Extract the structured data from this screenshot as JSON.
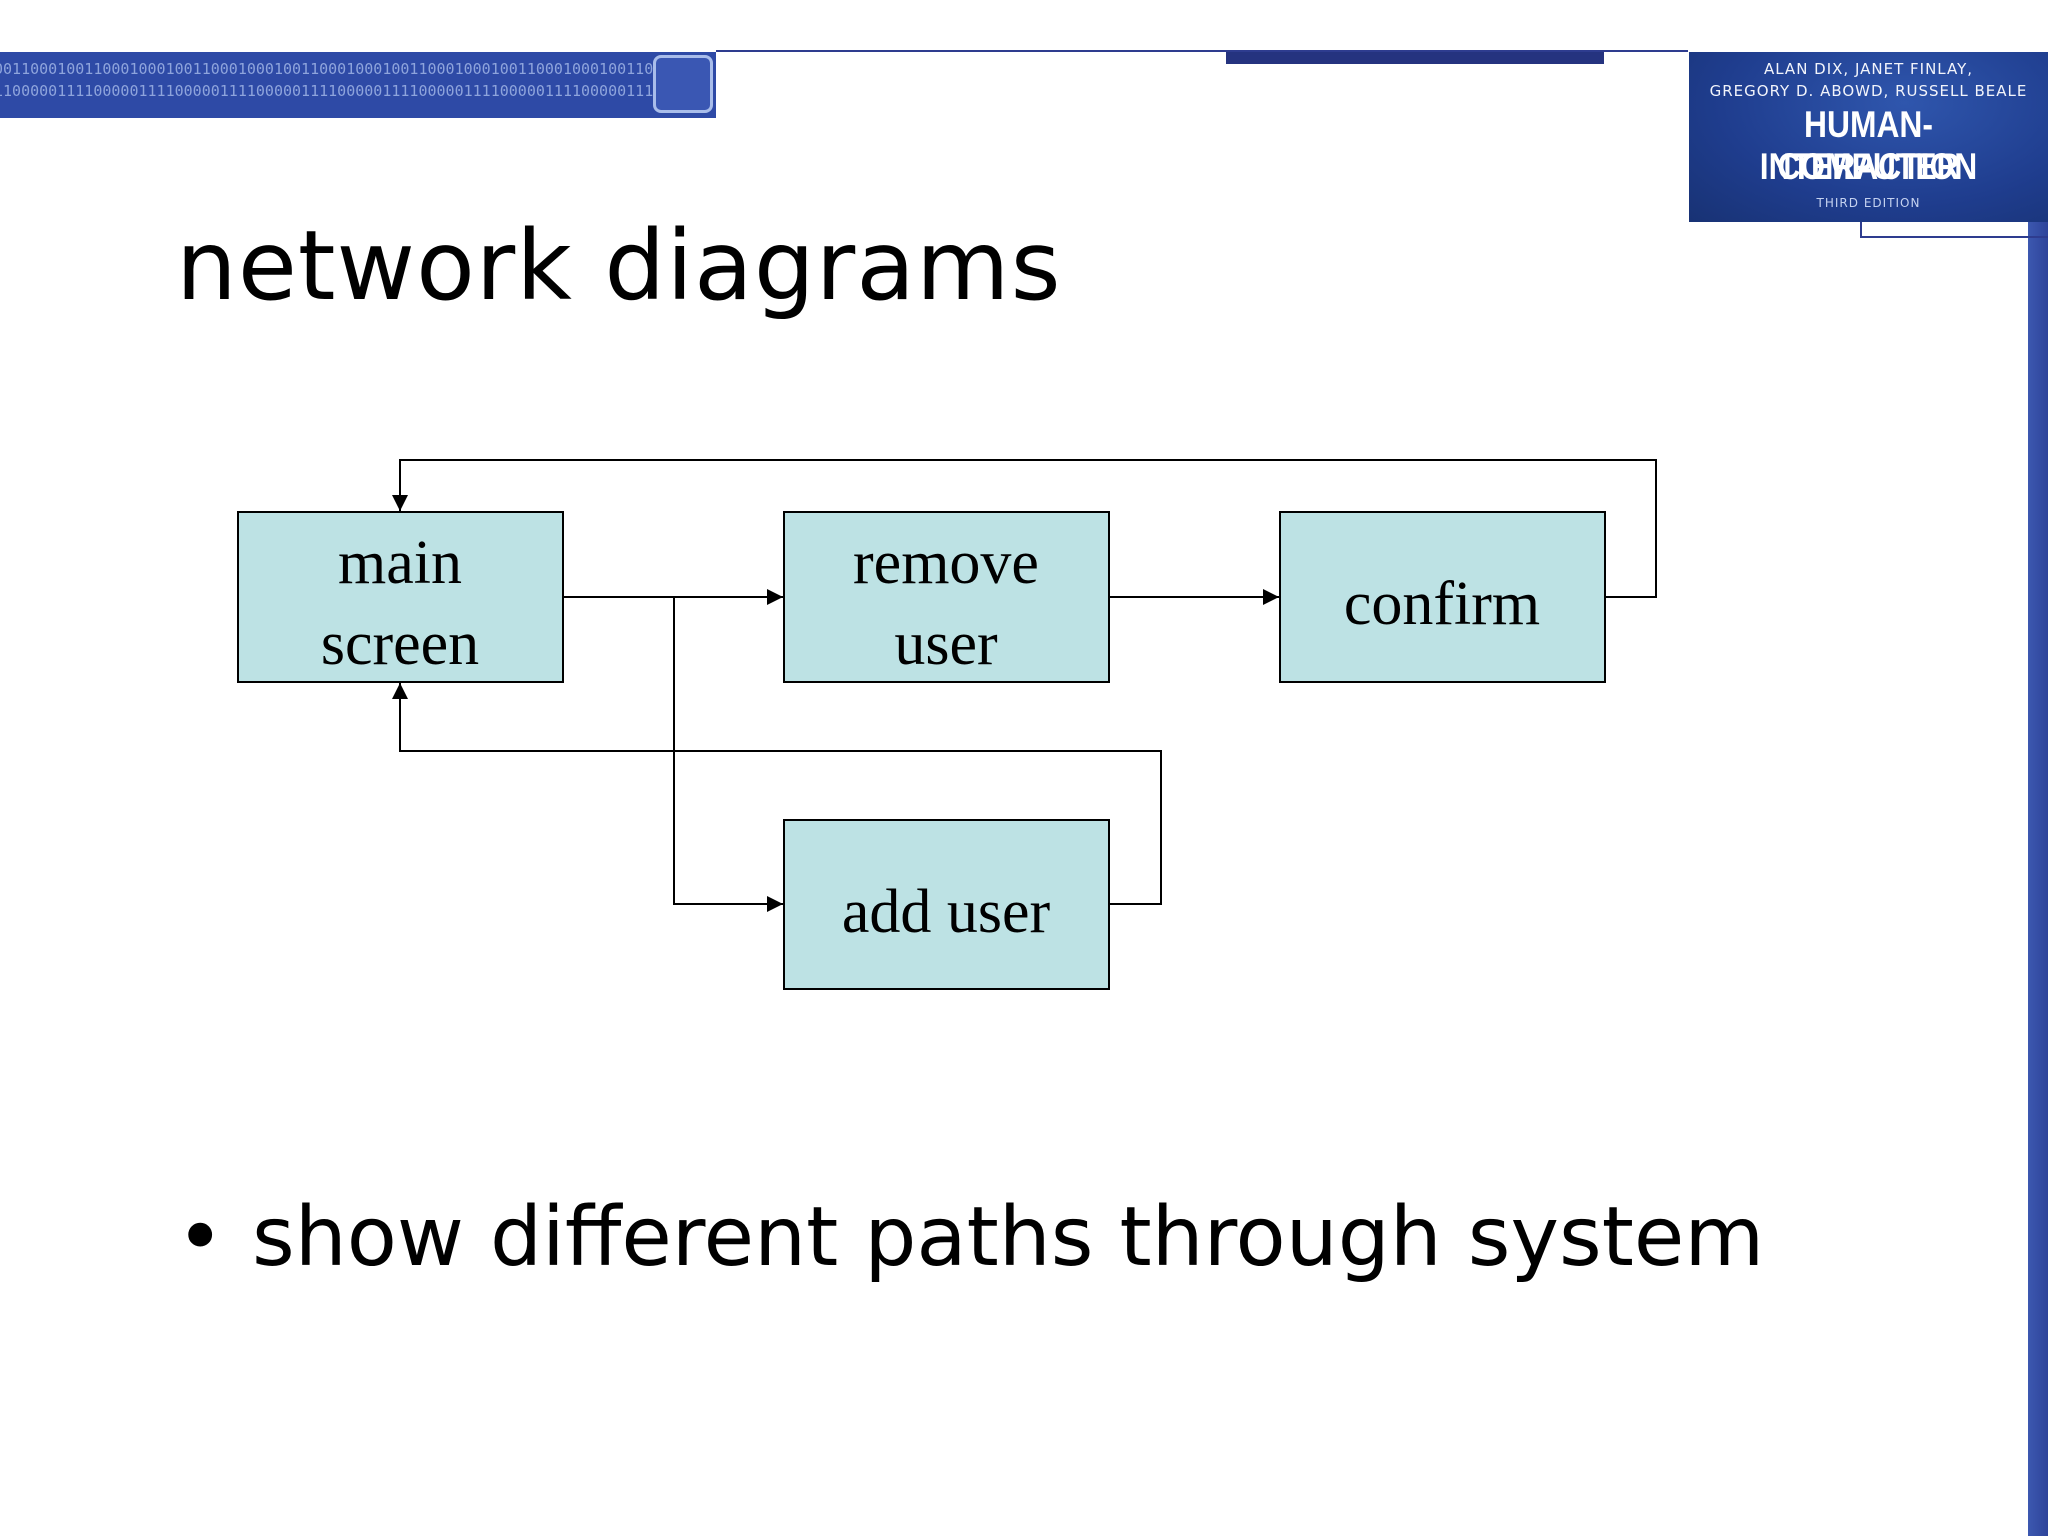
{
  "header": {
    "banner_binary_line1": "0011000100110001000100110001000100110001000100110001000100110001000100110001",
    "banner_binary_line2": "1100000111100000111100000111100000111100000111100000111100000111100000111",
    "book": {
      "authors_line1": "ALAN DIX, JANET FINLAY,",
      "authors_line2": "GREGORY D. ABOWD, RUSSELL BEALE",
      "title_line1": "HUMAN-COMPUTER",
      "title_line2": "INTERACTION",
      "edition": "THIRD EDITION"
    }
  },
  "slide": {
    "title": "network diagrams",
    "bullet": "show different paths through system",
    "bullet_marker": "•"
  },
  "diagram": {
    "nodes": [
      {
        "id": "main",
        "lines": [
          "main",
          "screen"
        ]
      },
      {
        "id": "remove",
        "lines": [
          "remove",
          "user"
        ]
      },
      {
        "id": "confirm",
        "lines": [
          "confirm"
        ]
      },
      {
        "id": "add",
        "lines": [
          "add user"
        ]
      }
    ],
    "edges": [
      {
        "from": "main",
        "to": "remove"
      },
      {
        "from": "main",
        "to": "add"
      },
      {
        "from": "remove",
        "to": "confirm"
      },
      {
        "from": "confirm",
        "to": "main"
      },
      {
        "from": "add",
        "to": "main"
      }
    ]
  },
  "colors": {
    "node_fill": "#bde2e4",
    "node_stroke": "#000000",
    "banner": "#2e4aa6",
    "book_bg": "#1f3d8e"
  }
}
